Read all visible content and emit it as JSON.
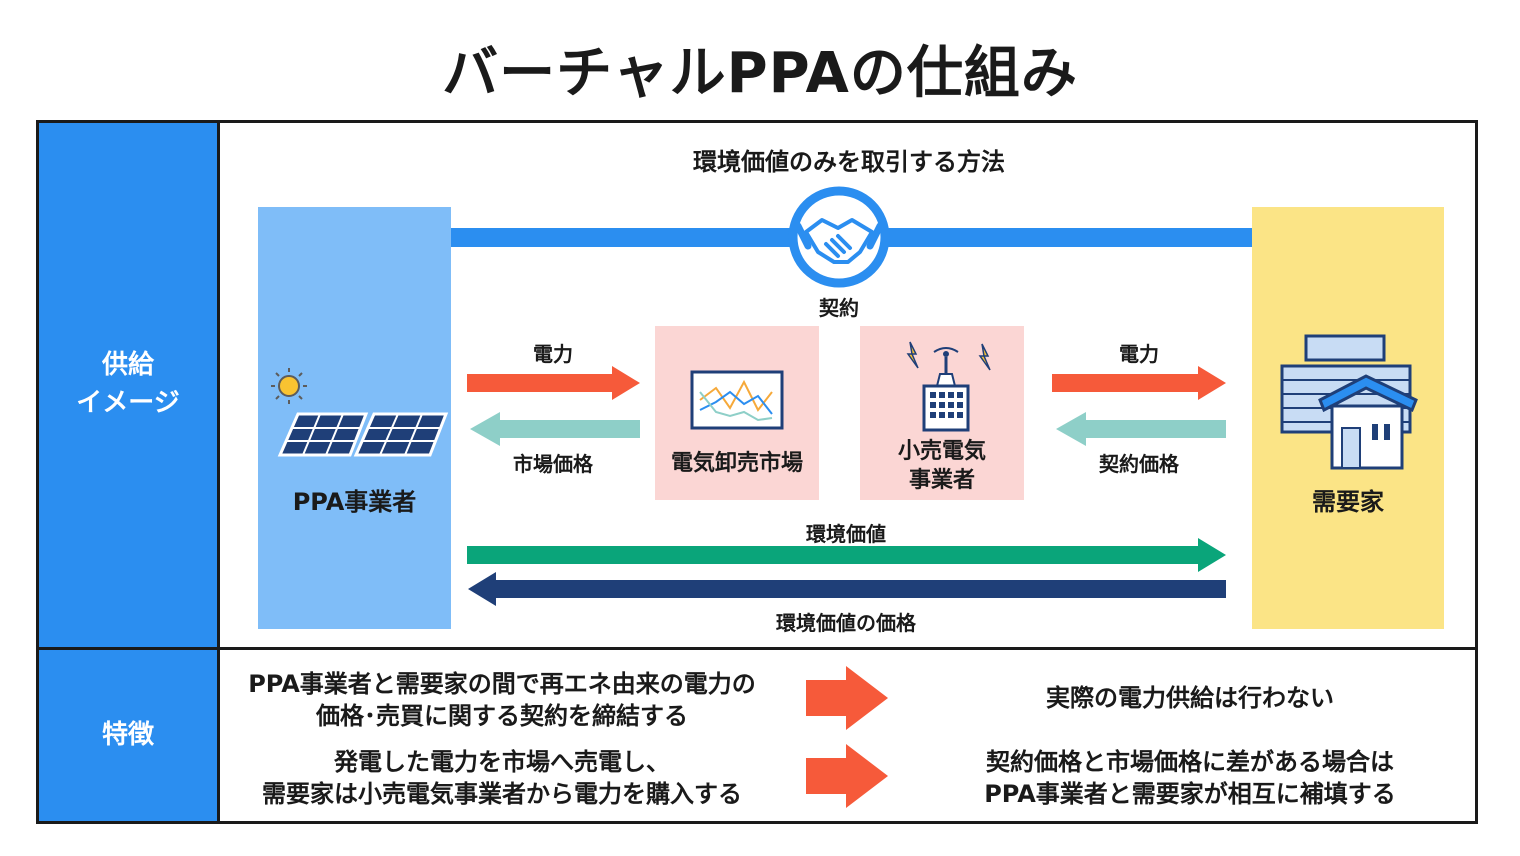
{
  "title": "バーチャルPPAの仕組み",
  "sections": {
    "supply_label": "供給\nイメージ",
    "feature_label": "特徴"
  },
  "diagram": {
    "subtitle": "環境価値のみを取引する方法",
    "ppa_operator": "PPA事業者",
    "demand": "需要家",
    "contract": "契約",
    "wholesale_market": "電気卸売市場",
    "retailer": "小売電気\n事業者",
    "power_left": "電力",
    "market_price": "市場価格",
    "power_right": "電力",
    "contract_price": "契約価格",
    "env_value": "環境価値",
    "env_value_price": "環境価値の価格",
    "colors": {
      "blue": "#2b8ef0",
      "red_arrow": "#f65a3a",
      "teal_arrow": "#8ecfc8",
      "green_arrow": "#0aa57a",
      "navy_arrow": "#1f3f78",
      "ppa_box": "#7fbdf8",
      "demand_box": "#fbe486",
      "market_box": "#fbd6d4"
    }
  },
  "features": [
    {
      "left": "PPA事業者と需要家の間で再エネ由来の電力の\n価格･売買に関する契約を締結する",
      "right": "実際の電力供給は行わない"
    },
    {
      "left": "発電した電力を市場へ売電し、\n需要家は小売電気事業者から電力を購入する",
      "right": "契約価格と市場価格に差がある場合は\nPPA事業者と需要家が相互に補填する"
    }
  ]
}
